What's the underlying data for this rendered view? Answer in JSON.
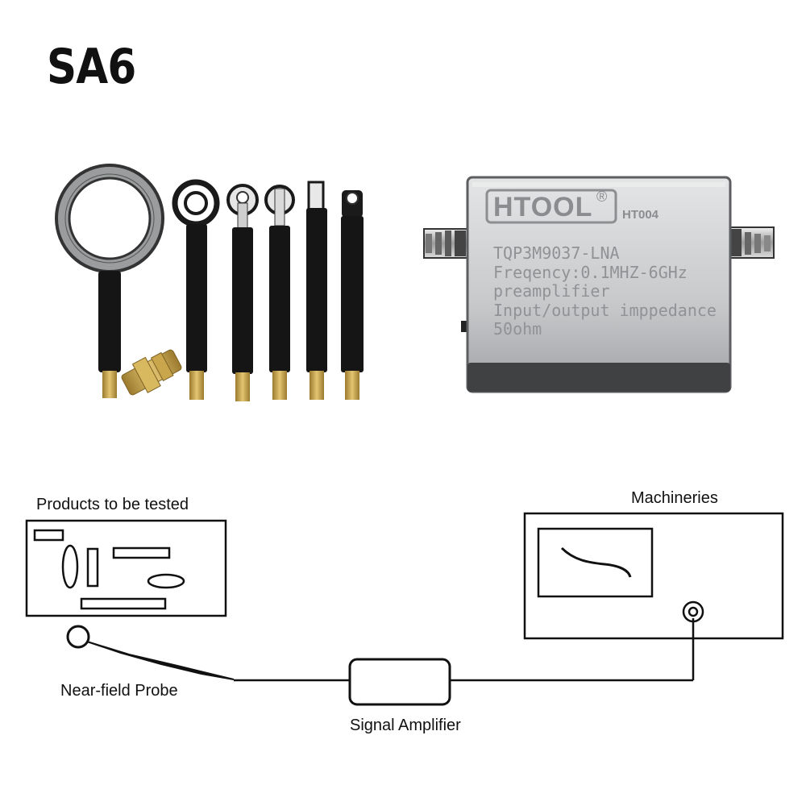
{
  "title": "SA6",
  "amplifier": {
    "brand": "HTOOL",
    "registered": "®",
    "model": "HT004",
    "lines": [
      "TQP3M9037-LNA",
      "Freqency:0.1MHZ-6GHz",
      "preamplifier",
      "Input/output imppedance",
      "50ohm"
    ]
  },
  "diagram": {
    "products_label": "Products to be tested",
    "machineries_label": "Machineries",
    "probe_label": "Near-field Probe",
    "amplifier_label": "Signal Amplifier"
  },
  "colors": {
    "black": "#111111",
    "probe": "#111111",
    "aluminium": "#c9cbcd",
    "brass": "#c8a24a",
    "ring": "#8a8a8a"
  }
}
